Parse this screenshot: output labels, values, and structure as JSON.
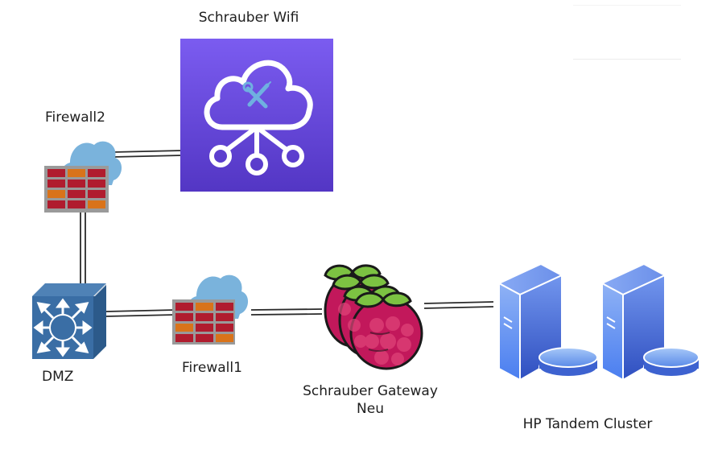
{
  "diagram": {
    "nodes": [
      {
        "id": "schrauber-wifi",
        "label": "Schrauber Wifi",
        "icon": "cloud-tools-icon",
        "color": "#6a4be0"
      },
      {
        "id": "firewall2",
        "label": "Firewall2",
        "icon": "firewall-cloud-icon"
      },
      {
        "id": "dmz",
        "label": "DMZ",
        "icon": "network-switch-icon",
        "color": "#3a6ea5"
      },
      {
        "id": "firewall1",
        "label": "Firewall1",
        "icon": "firewall-cloud-icon"
      },
      {
        "id": "gateway",
        "label_line1": "Schrauber Gateway",
        "label_line2": "Neu",
        "icon": "raspberry-pi-icon"
      },
      {
        "id": "tandem",
        "label": "HP Tandem Cluster",
        "icon": "server-cluster-icon",
        "color": "#4a7ef0"
      }
    ],
    "links": [
      {
        "from": "firewall2",
        "to": "schrauber-wifi"
      },
      {
        "from": "firewall2",
        "to": "dmz"
      },
      {
        "from": "dmz",
        "to": "firewall1"
      },
      {
        "from": "firewall1",
        "to": "gateway"
      },
      {
        "from": "gateway",
        "to": "tandem"
      }
    ],
    "colors": {
      "brick_red": "#b01c2e",
      "brick_orange": "#d9731a",
      "wall_gray": "#9a9a9a",
      "cloud_blue": "#7ab3dc",
      "tool_blue": "#6fb0e0",
      "berry": "#c2185b",
      "leaf": "#7cc242"
    }
  }
}
